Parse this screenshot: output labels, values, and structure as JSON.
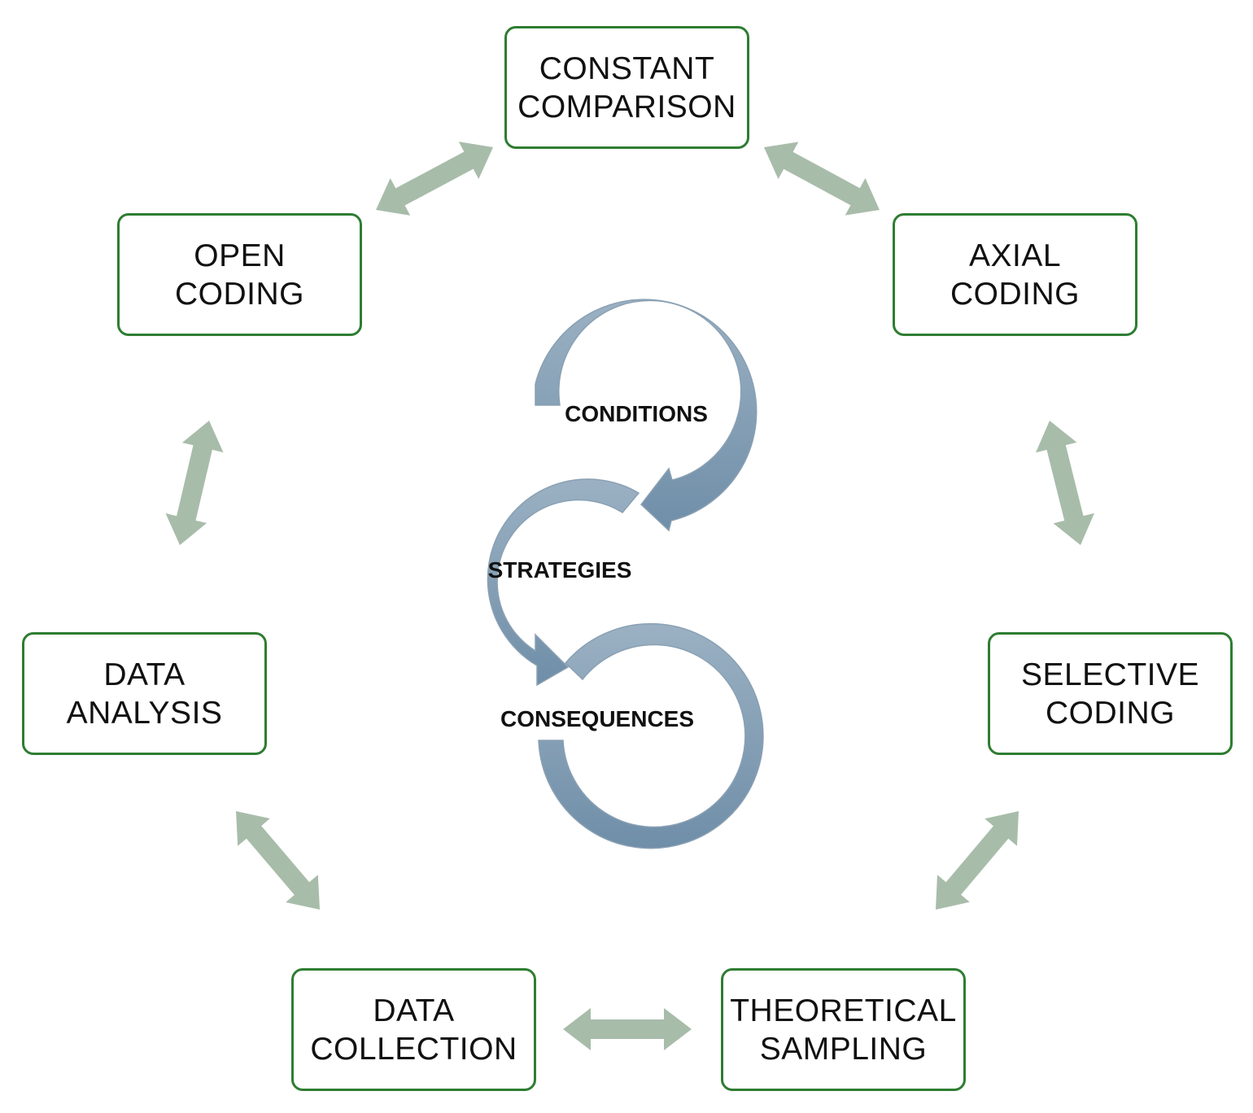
{
  "nodes": {
    "constant_comparison": {
      "line1": "CONSTANT",
      "line2": "COMPARISON"
    },
    "open_coding": {
      "line1": "OPEN",
      "line2": "CODING"
    },
    "axial_coding": {
      "line1": "AXIAL",
      "line2": "CODING"
    },
    "data_analysis": {
      "line1": "DATA",
      "line2": "ANALYSIS"
    },
    "selective_coding": {
      "line1": "SELECTIVE",
      "line2": "CODING"
    },
    "data_collection": {
      "line1": "DATA",
      "line2": "COLLECTION"
    },
    "theoretical_sampling": {
      "line1": "THEORETICAL",
      "line2": "SAMPLING"
    }
  },
  "center_cycle": {
    "conditions": "CONDITIONS",
    "strategies": "STRATEGIES",
    "consequences": "CONSEQUENCES"
  },
  "colors": {
    "box_border": "#2e7d32",
    "link_arrow": "#a8bcaa",
    "cycle_arrow_light": "#9bb1c3",
    "cycle_arrow_dark": "#6f8ea8",
    "text": "#111111"
  }
}
